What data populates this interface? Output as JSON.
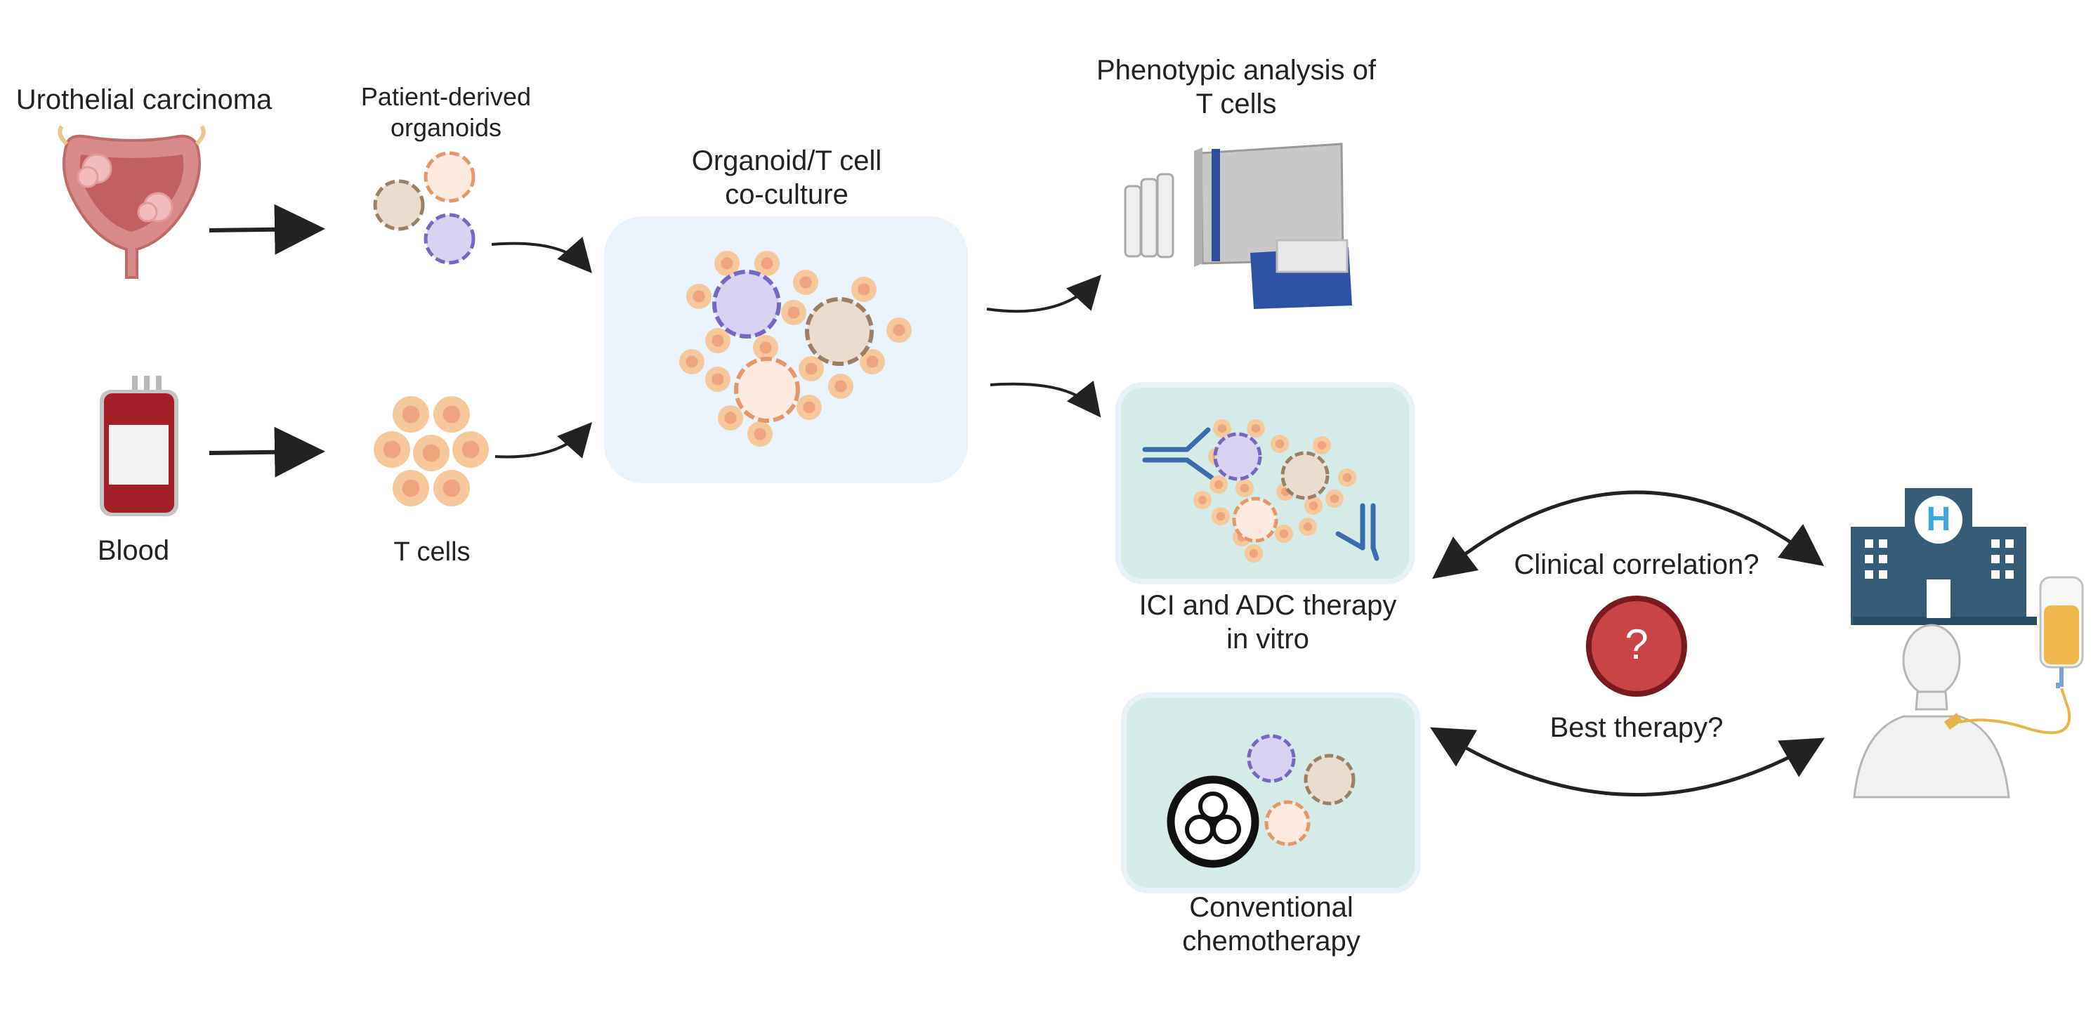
{
  "labels": {
    "urothelial_carcinoma": "Urothelial carcinoma",
    "patient_derived_organoids_line1": "Patient-derived",
    "patient_derived_organoids_line2": "organoids",
    "blood": "Blood",
    "t_cells": "T cells",
    "coculture_line1": "Organoid/T cell",
    "coculture_line2": "co-culture",
    "phenotypic_line1": "Phenotypic analysis of",
    "phenotypic_line2": "T cells",
    "ici_adc_line1": "ICI and ADC therapy",
    "ici_adc_line2": "in vitro",
    "conventional_line1": "Conventional",
    "conventional_line2": "chemotherapy",
    "clinical_correlation": "Clinical correlation?",
    "best_therapy": "Best therapy?",
    "question_mark": "?",
    "hospital_letter": "H"
  },
  "colors": {
    "coculture_box": "#eaf2fb",
    "therapy_box": "#d4ebe8",
    "therapy_box_border": "#e7f1f7",
    "tcell_fill": "#f6c89a",
    "tcell_core": "#eea57b",
    "organoid_purple": "#d9d2f3",
    "organoid_purple_edge": "#7867c2",
    "organoid_tan": "#eadccf",
    "organoid_tan_edge": "#9c8066",
    "organoid_orange": "#fde9de",
    "organoid_orange_edge": "#e4986a",
    "hospital": "#355c79",
    "question_red": "#c94545",
    "antibody_blue": "#3c6cb0",
    "arrow": "#222222"
  },
  "icons": [
    "bladder-icon",
    "blood-bag-icon",
    "organoid-icon",
    "t-cell-icon",
    "flow-cytometer-icon",
    "antibody-icon",
    "biohazard-icon",
    "hospital-icon",
    "patient-icon",
    "iv-bag-icon",
    "question-icon"
  ]
}
